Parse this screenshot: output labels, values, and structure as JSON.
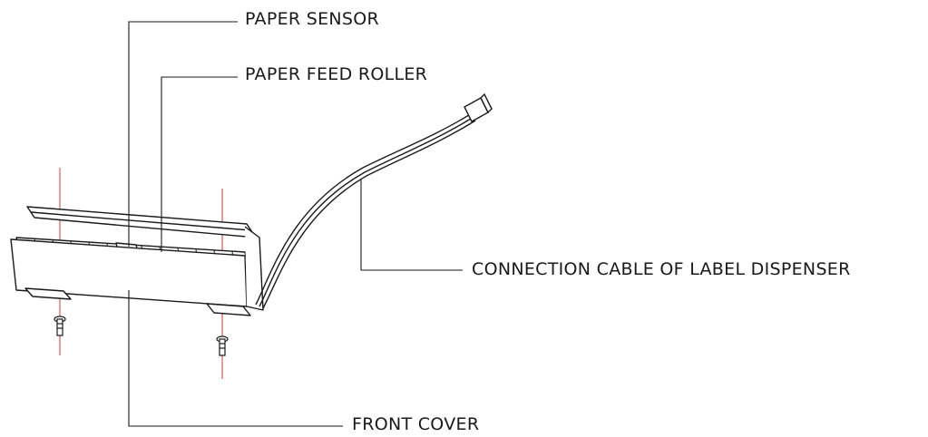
{
  "callouts": {
    "paper_sensor": "PAPER SENSOR",
    "paper_feed_roller": "PAPER FEED ROLLER",
    "connection_cable": "CONNECTION CABLE OF LABEL DISPENSER",
    "front_cover": "FRONT COVER"
  },
  "colors": {
    "line": "#1a1a1a",
    "axis_line": "#d23a3a",
    "background": "#ffffff"
  }
}
